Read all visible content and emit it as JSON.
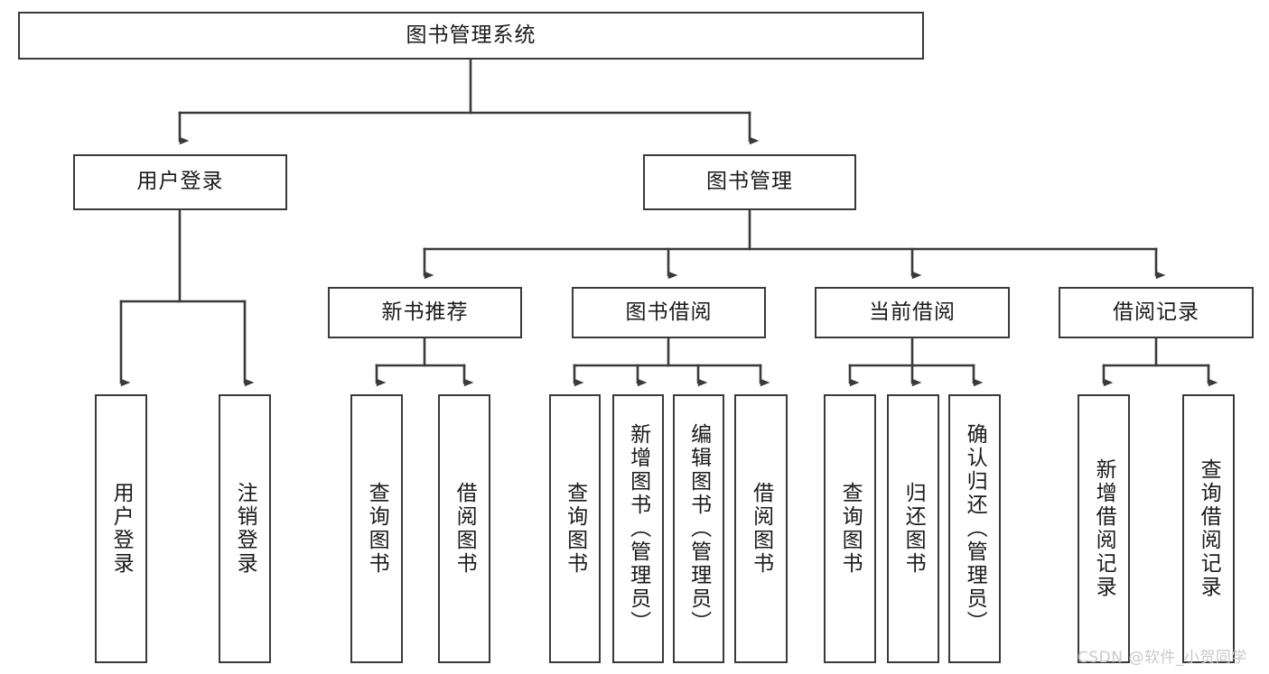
{
  "diagram": {
    "title": "图书管理系统",
    "watermark": "CSDN @软件_小贺同学",
    "levels": {
      "root": {
        "label": "图书管理系统"
      },
      "level2": [
        {
          "id": "user-login",
          "label": "用户登录"
        },
        {
          "id": "book-manage",
          "label": "图书管理"
        }
      ],
      "level3": [
        {
          "id": "new-book-recommend",
          "label": "新书推荐"
        },
        {
          "id": "book-borrow",
          "label": "图书借阅"
        },
        {
          "id": "current-borrow",
          "label": "当前借阅"
        },
        {
          "id": "borrow-record",
          "label": "借阅记录"
        }
      ],
      "leaves": [
        {
          "id": "leaf-user-login",
          "label": "用户登录",
          "parent": "user-login"
        },
        {
          "id": "leaf-logout-login",
          "label": "注销登录",
          "parent": "user-login"
        },
        {
          "id": "leaf-query-book-1",
          "label": "查询图书",
          "parent": "new-book-recommend"
        },
        {
          "id": "leaf-borrow-book-1",
          "label": "借阅图书",
          "parent": "new-book-recommend"
        },
        {
          "id": "leaf-query-book-2",
          "label": "查询图书",
          "parent": "book-borrow"
        },
        {
          "id": "leaf-add-book",
          "label": "新增图书（管理员）",
          "parent": "book-borrow"
        },
        {
          "id": "leaf-edit-book",
          "label": "编辑图书（管理员）",
          "parent": "book-borrow"
        },
        {
          "id": "leaf-borrow-book-2",
          "label": "借阅图书",
          "parent": "book-borrow"
        },
        {
          "id": "leaf-query-book-3",
          "label": "查询图书",
          "parent": "current-borrow"
        },
        {
          "id": "leaf-return-book",
          "label": "归还图书",
          "parent": "current-borrow"
        },
        {
          "id": "leaf-confirm-return",
          "label": "确认归还（管理员）",
          "parent": "current-borrow"
        },
        {
          "id": "leaf-add-record",
          "label": "新增借阅记录",
          "parent": "borrow-record"
        },
        {
          "id": "leaf-query-record",
          "label": "查询借阅记录",
          "parent": "borrow-record"
        }
      ]
    },
    "colors": {
      "stroke": "#3a3a3a",
      "text": "#1a1a1a",
      "background": "#ffffff",
      "watermark": "#c9c9c9"
    }
  }
}
